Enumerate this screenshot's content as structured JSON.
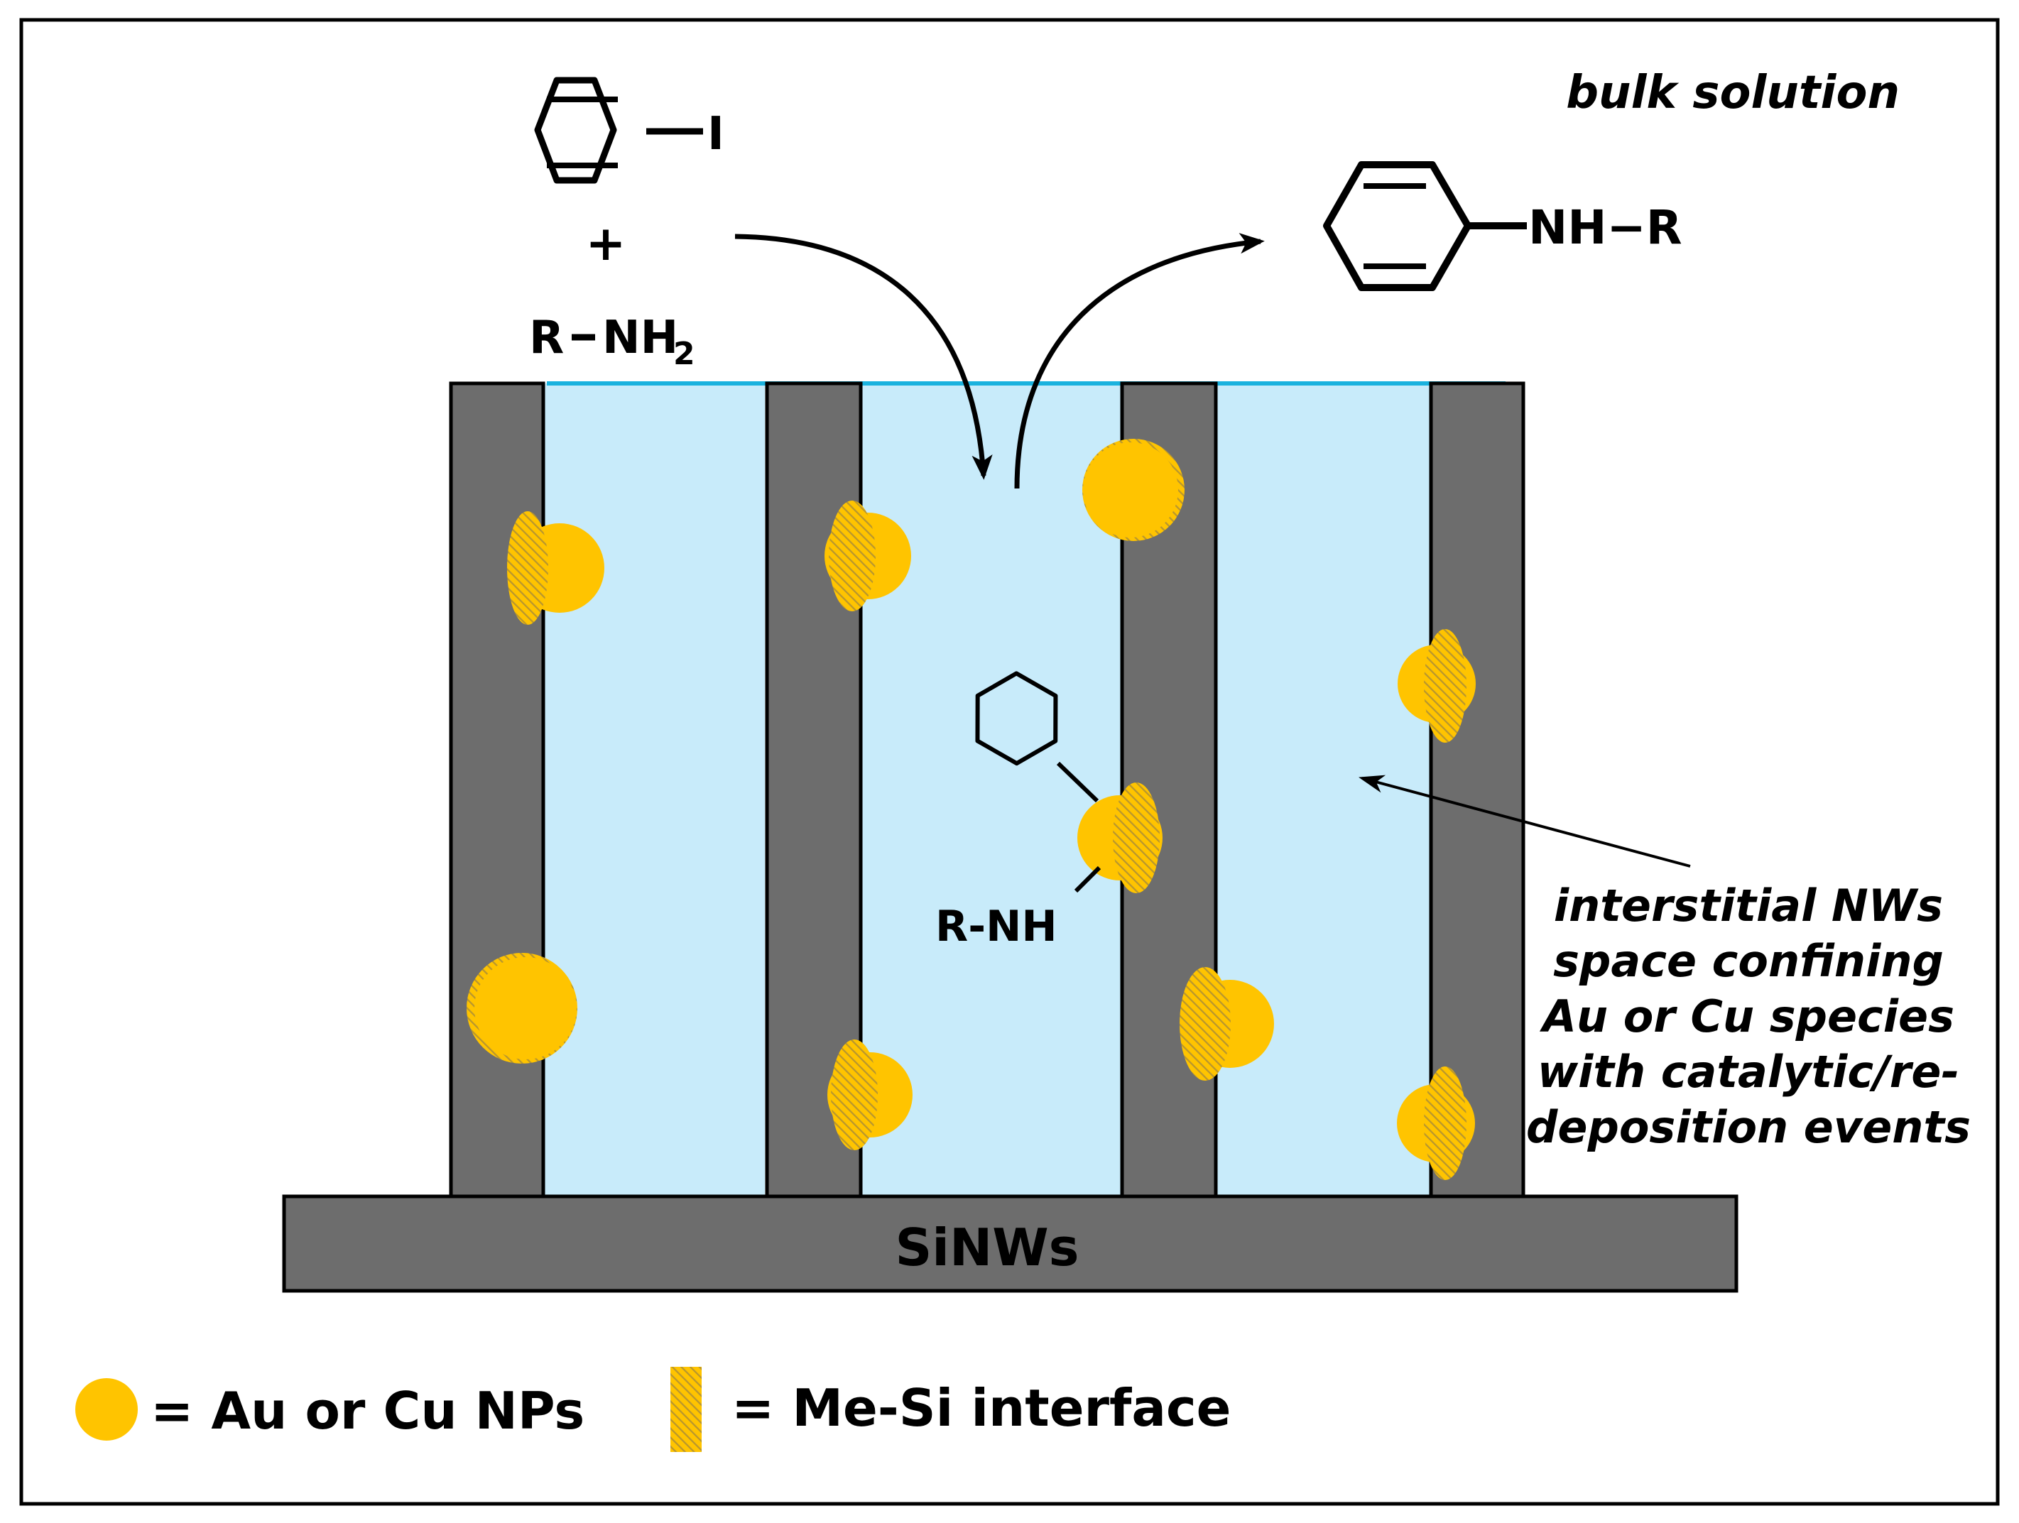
{
  "colors": {
    "nanowire": "#6d6d6d",
    "solution": "#c8ebfa",
    "solution_edge": "#1ab2de",
    "nanoparticle": "#ffc400",
    "interface_hatch": "#b8962e",
    "line": "#000000",
    "background": "#ffffff"
  },
  "labels": {
    "bulk_solution": "bulk solution",
    "iodide_atom": "I",
    "plus_sign": "+",
    "amine_r": "R",
    "amine_nh": "NH",
    "amine_sub": "2",
    "product_substituent": "NH−R",
    "surface_amine": "R-NH",
    "substrate": "SiNWs",
    "callout_lines": [
      "interstitial NWs",
      "space confining",
      "Au or Cu species",
      "with catalytic/re-",
      "deposition events"
    ]
  },
  "legend": {
    "nanoparticle": "= Au or Cu NPs",
    "interface": "= Me-Si interface"
  }
}
